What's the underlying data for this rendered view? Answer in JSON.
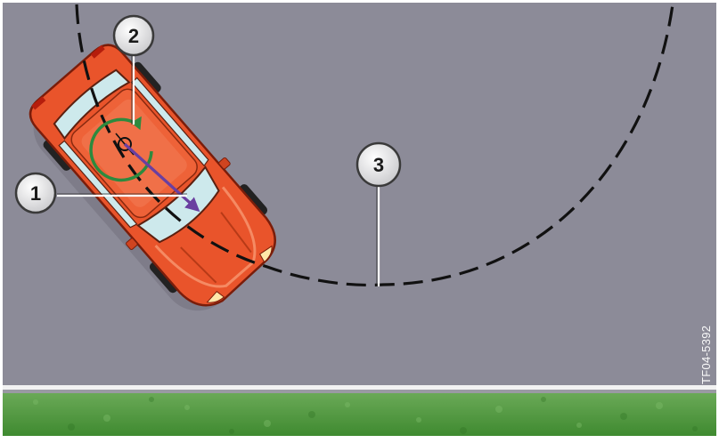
{
  "callouts": [
    {
      "id": "1",
      "label": "1"
    },
    {
      "id": "2",
      "label": "2"
    },
    {
      "id": "3",
      "label": "3"
    }
  ],
  "figure_code": "TF04-5392",
  "colors": {
    "road": "#8c8b98",
    "car_body": "#e9542b",
    "glass": "#cde9ec",
    "grass": "#4f9a3e",
    "rotation_arrow": "#2d8a3e",
    "drift_arrow": "#6a3fa0",
    "path_line": "#111111"
  }
}
